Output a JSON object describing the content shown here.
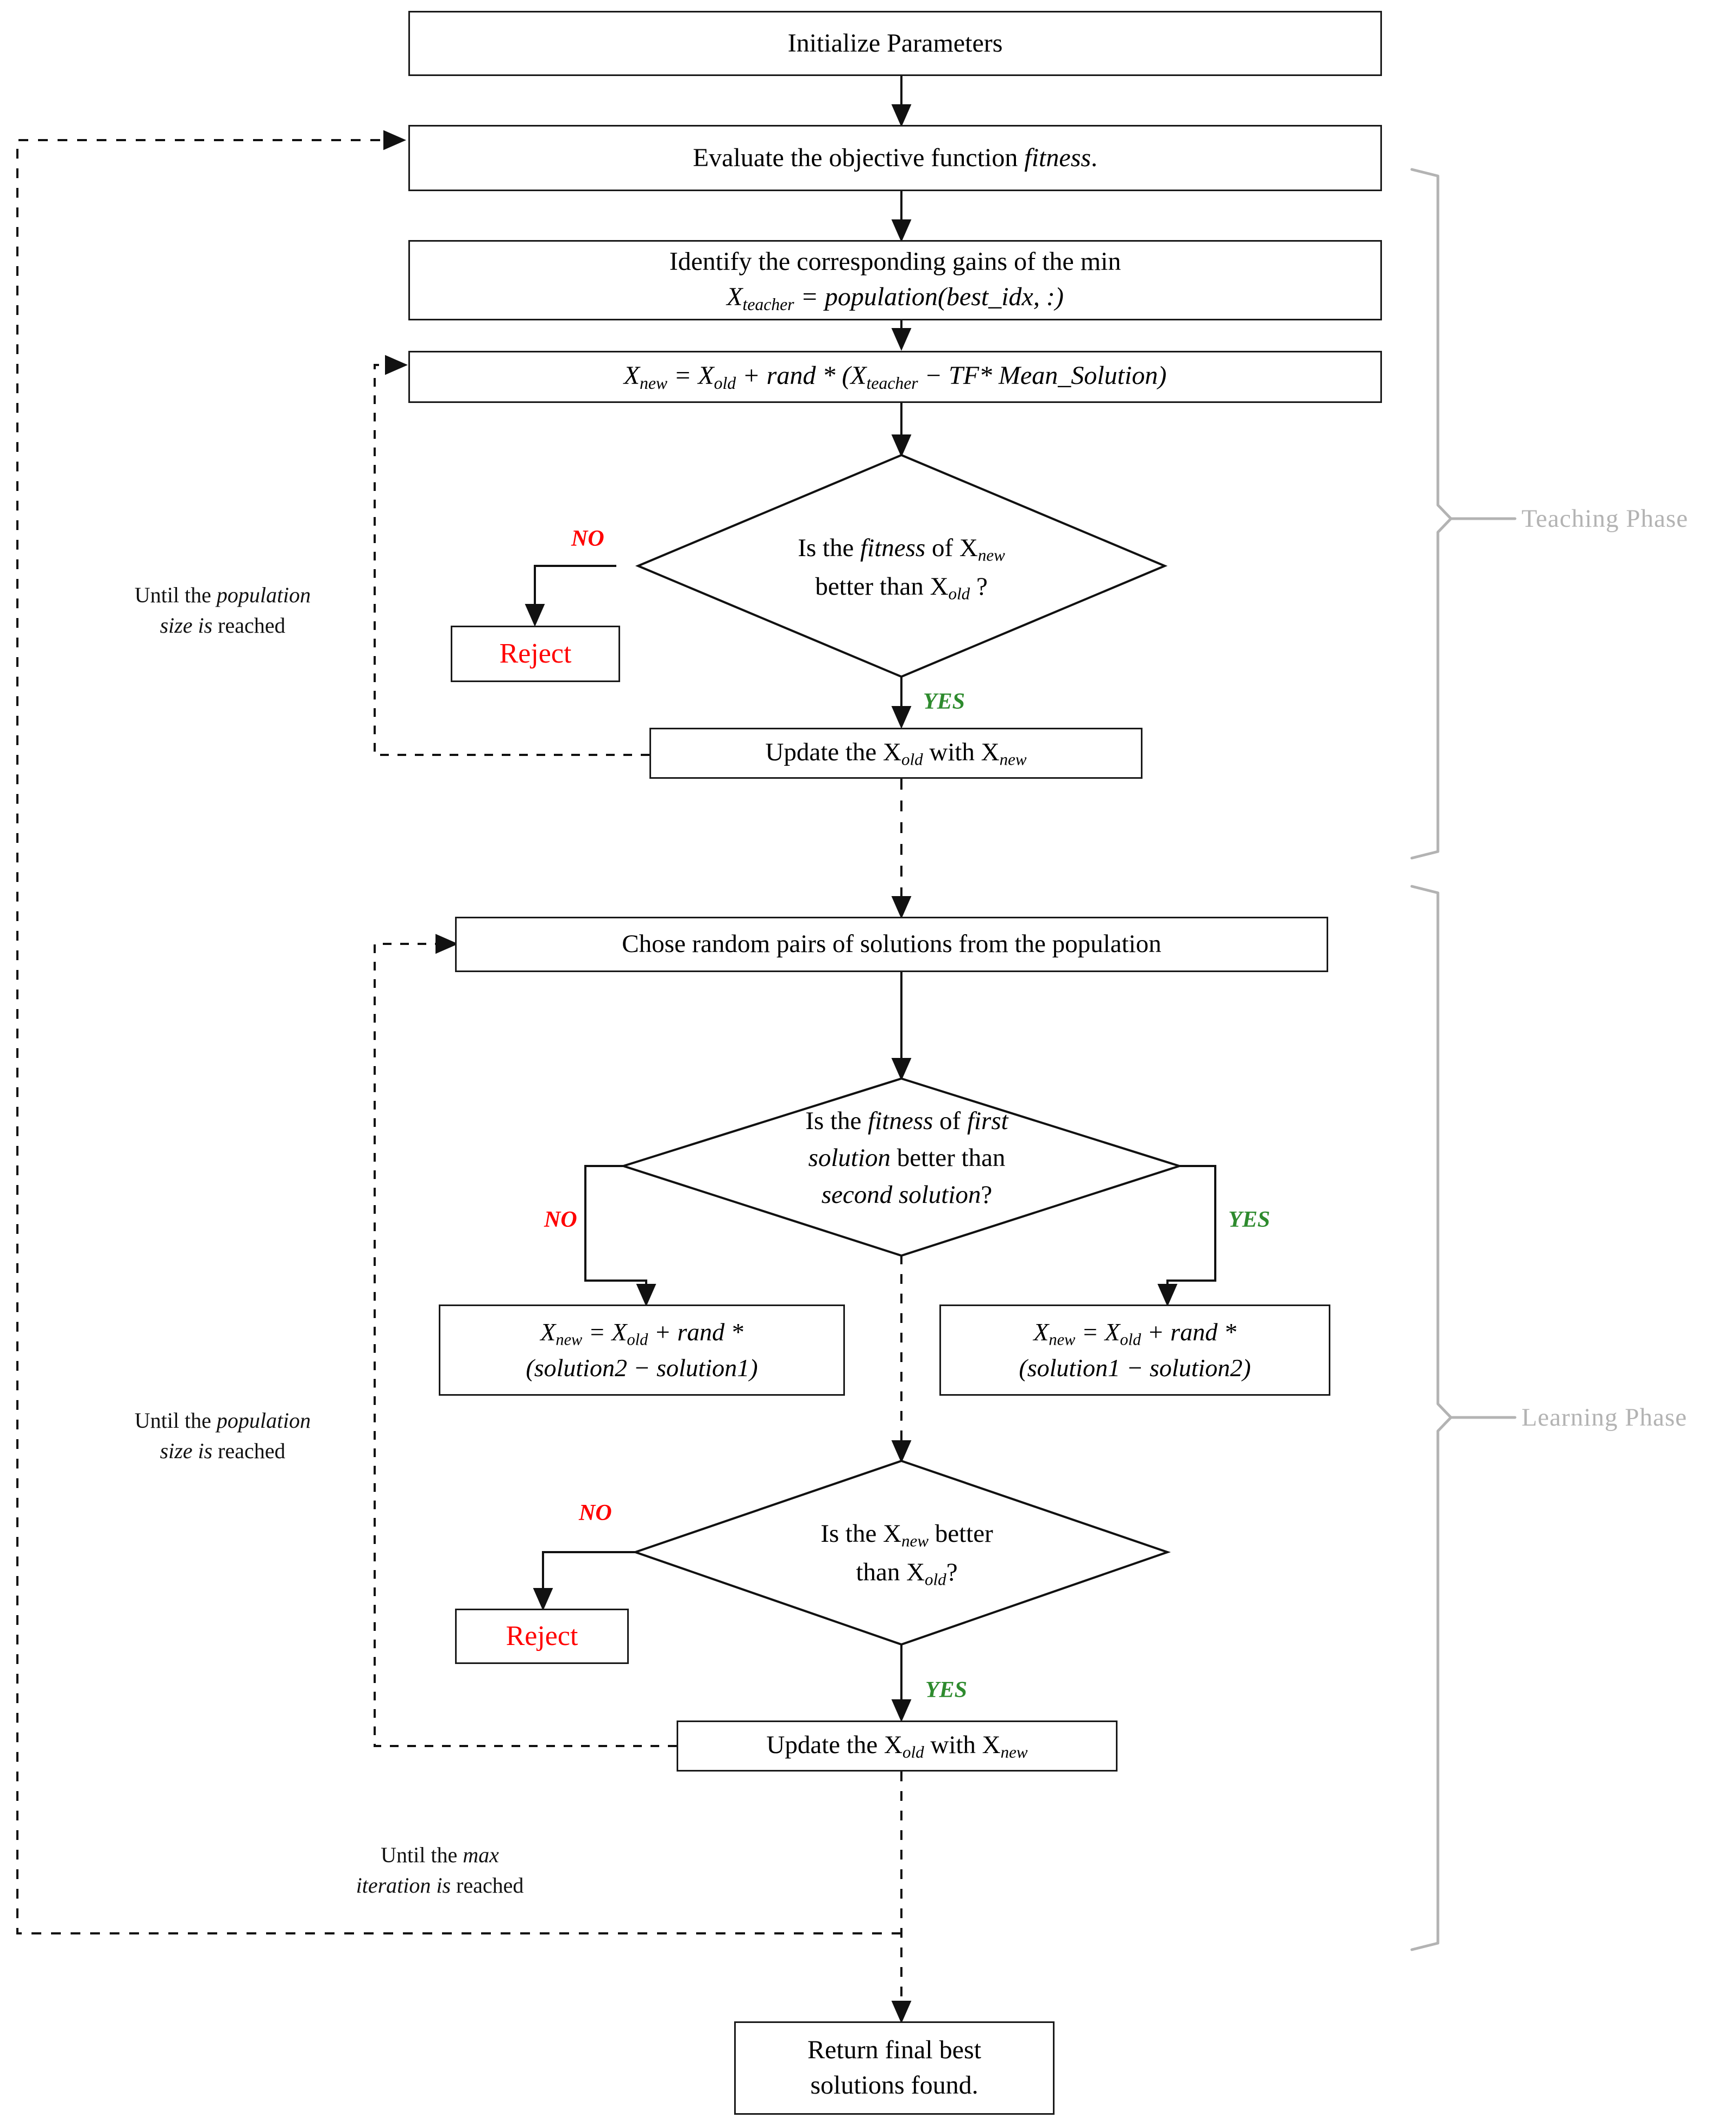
{
  "diagram": {
    "title": "TLBO algorithm flowchart",
    "colors": {
      "no_label": "#ff0000",
      "yes_label": "#2e8b2e",
      "phase_bracket": "#b3b3b3",
      "node_border": "#1a1a1a",
      "reject_text": "#ff0000"
    },
    "nodes": {
      "initialize": "Initialize Parameters",
      "evaluate": "Evaluate the objective function fitness.",
      "identify_line1": "Identify the corresponding gains of the min",
      "identify_line2": "X_teacher = population(best_idx, :)",
      "teacher_update": "X_new = X_old + rand * (X_teacher − TF* Mean_Solution)",
      "decision1_line1": "Is the fitness of X_new",
      "decision1_line2": "better than X_old ?",
      "reject1": "Reject",
      "update1": "Update the X_old with X_new",
      "choose_pairs": "Chose random pairs of solutions from the population",
      "decision2_line1": "Is the fitness of first",
      "decision2_line2": "solution better than",
      "decision2_line3": "second solution?",
      "learner_left_line1": "X_new = X_old + rand *",
      "learner_left_line2": "(solution2 − solution1)",
      "learner_right_line1": "X_new = X_old + rand *",
      "learner_right_line2": "(solution1 − solution2)",
      "decision3_line1": "Is the X_new better",
      "decision3_line2": "than X_old?",
      "reject2": "Reject",
      "update2": "Update the X_old with X_new",
      "final_line1": "Return final best",
      "final_line2": "solutions found."
    },
    "edge_labels": {
      "no1": "NO",
      "yes1": "YES",
      "no2": "NO",
      "yes2": "YES",
      "no3": "NO",
      "yes3": "YES"
    },
    "loop_notes": {
      "teaching_loop_line1": "Until the population",
      "teaching_loop_line2": "size is reached",
      "learning_loop_line1": "Until the population",
      "learning_loop_line2": "size is reached",
      "outer_loop_line1": "Until the max",
      "outer_loop_line2": "iteration is reached"
    },
    "phases": {
      "teaching": "Teaching Phase",
      "learning": "Learning Phase"
    }
  }
}
